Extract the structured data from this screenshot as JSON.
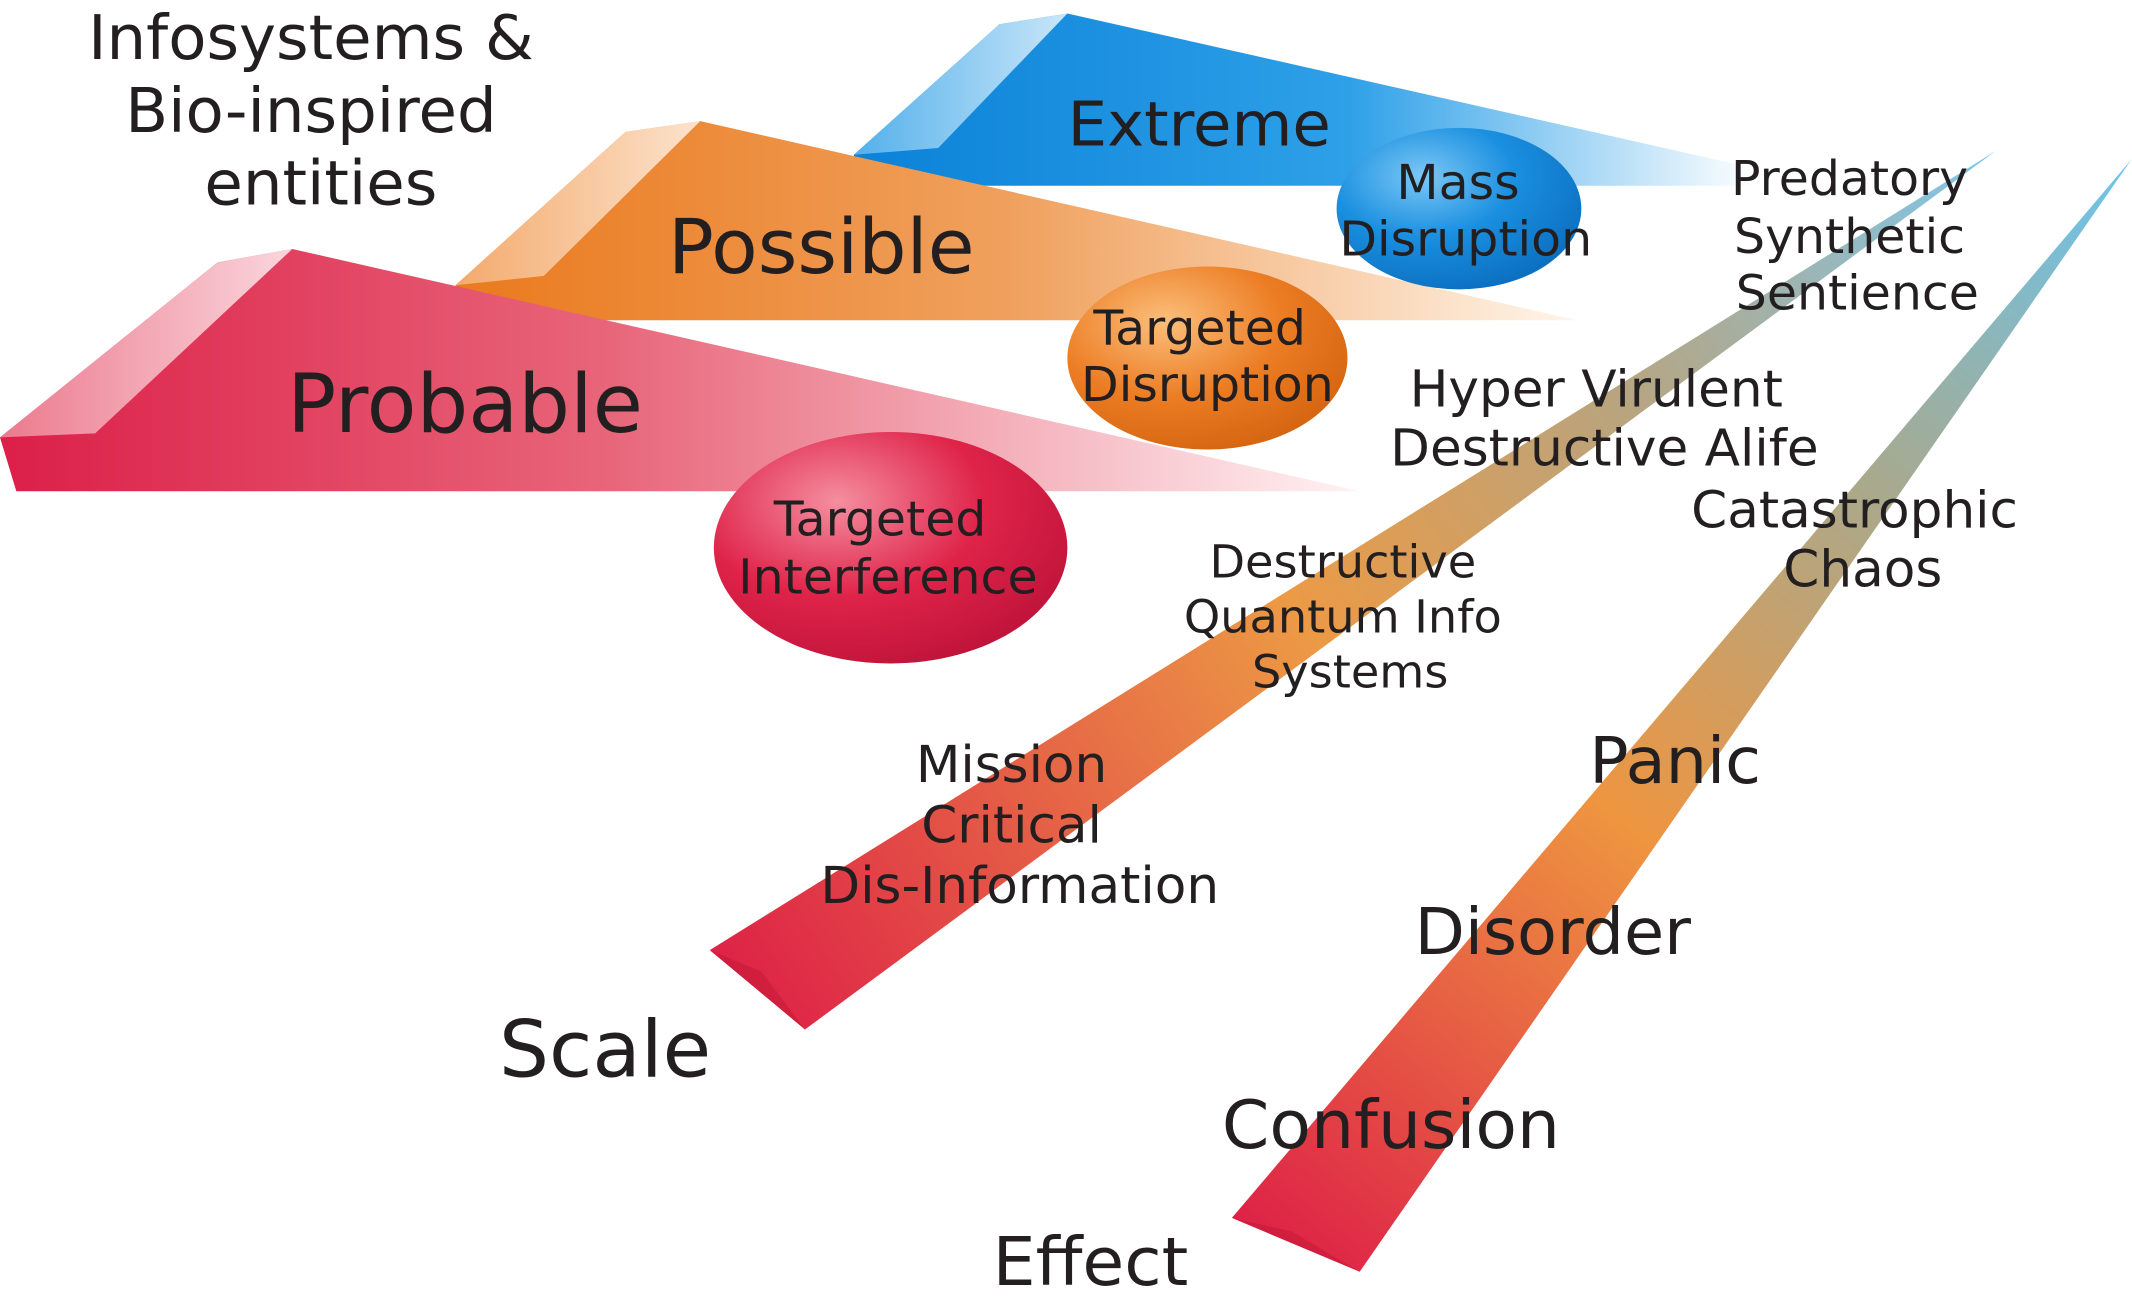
{
  "title_lines": [
    "Infosystems &",
    "Bio-inspired",
    "entities"
  ],
  "bands": {
    "extreme": "Extreme",
    "possible": "Possible",
    "probable": "Probable"
  },
  "bubbles": {
    "mass_disruption": [
      "Mass",
      "Disruption"
    ],
    "targeted_disruption": [
      "Targeted",
      "Disruption"
    ],
    "targeted_interference": [
      "Targeted",
      "Interference"
    ]
  },
  "scale_axis": {
    "label": "Scale",
    "items": {
      "mission_critical": [
        "Mission",
        "Critical",
        "Dis-Information"
      ],
      "destructive_quantum": [
        "Destructive",
        "Quantum Info",
        "Systems"
      ],
      "hyper_virulent": [
        "Hyper Virulent",
        "Destructive Alife"
      ],
      "predatory": [
        "Predatory",
        "Synthetic",
        "Sentience"
      ]
    }
  },
  "effect_axis": {
    "label": "Effect",
    "items": {
      "confusion": "Confusion",
      "disorder": "Disorder",
      "panic": "Panic",
      "catastrophic": [
        "Catastrophic",
        "Chaos"
      ]
    }
  },
  "colors": {
    "blue": "#1188dd",
    "orange": "#ec7d24",
    "red": "#dd1f48",
    "slate": "#8fb1c8",
    "text": "#231f20"
  }
}
